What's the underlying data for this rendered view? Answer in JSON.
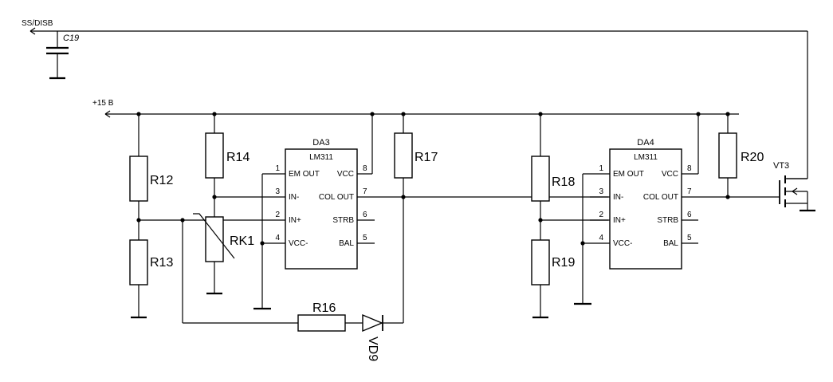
{
  "nets": {
    "ss_disb": "SS/DISB",
    "supply": "+15 В"
  },
  "capacitor": {
    "c19": "C19"
  },
  "resistors": {
    "r12": "R12",
    "r13": "R13",
    "r14": "R14",
    "r16": "R16",
    "r17": "R17",
    "r18": "R18",
    "r19": "R19",
    "r20": "R20"
  },
  "thermistor": {
    "rk1": "RK1"
  },
  "diode": {
    "vd9": "VD9"
  },
  "transistor": {
    "vt3": "VT3"
  },
  "da3": {
    "ref": "DA3",
    "part": "LM311",
    "pins": [
      {
        "num": "1",
        "name": "EM OUT"
      },
      {
        "num": "3",
        "name": "IN-"
      },
      {
        "num": "2",
        "name": "IN+"
      },
      {
        "num": "4",
        "name": "VCC-"
      },
      {
        "num": "8",
        "name": "VCC"
      },
      {
        "num": "7",
        "name": "COL OUT"
      },
      {
        "num": "6",
        "name": "STRB"
      },
      {
        "num": "5",
        "name": "BAL"
      }
    ]
  },
  "da4": {
    "ref": "DA4",
    "part": "LM311",
    "pins": [
      {
        "num": "1",
        "name": "EM OUT"
      },
      {
        "num": "3",
        "name": "IN-"
      },
      {
        "num": "2",
        "name": "IN+"
      },
      {
        "num": "4",
        "name": "VCC-"
      },
      {
        "num": "8",
        "name": "VCC"
      },
      {
        "num": "7",
        "name": "COL OUT"
      },
      {
        "num": "6",
        "name": "STRB"
      },
      {
        "num": "5",
        "name": "BAL"
      }
    ]
  }
}
